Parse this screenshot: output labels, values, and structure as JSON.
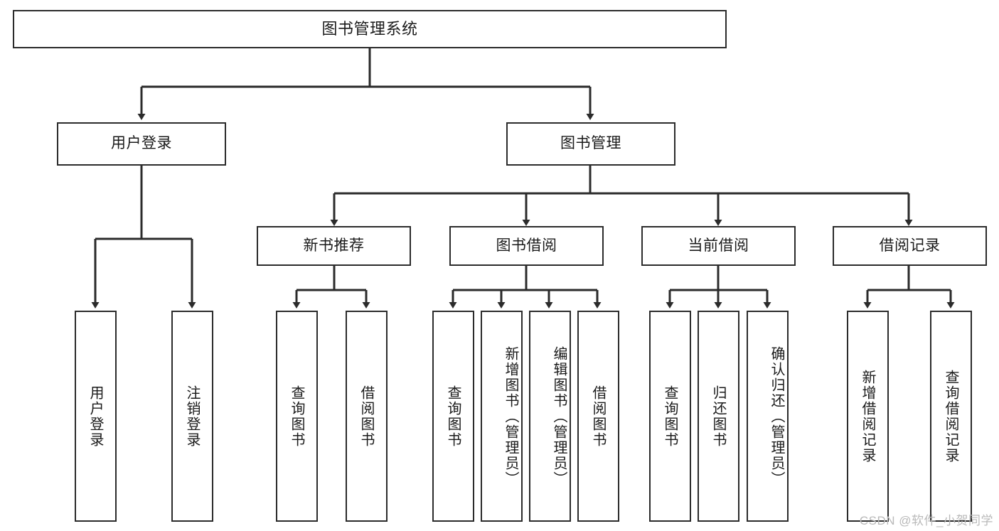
{
  "diagram": {
    "title": "图书管理系统",
    "type": "tree",
    "root": {
      "id": "root",
      "label": "图书管理系统"
    },
    "level1": [
      {
        "id": "user-login",
        "label": "用户登录"
      },
      {
        "id": "book-manage",
        "label": "图书管理"
      }
    ],
    "level2": [
      {
        "id": "new-book-recommend",
        "label": "新书推荐",
        "parent": "book-manage"
      },
      {
        "id": "book-borrow",
        "label": "图书借阅",
        "parent": "book-manage"
      },
      {
        "id": "current-borrow",
        "label": "当前借阅",
        "parent": "book-manage"
      },
      {
        "id": "borrow-record",
        "label": "借阅记录",
        "parent": "book-manage"
      }
    ],
    "leaves": {
      "user-login": [
        {
          "id": "leaf-user-login",
          "label": "用户登录"
        },
        {
          "id": "leaf-user-logout",
          "label": "注销登录"
        }
      ],
      "new-book-recommend": [
        {
          "id": "leaf-query-book-1",
          "label": "查询图书"
        },
        {
          "id": "leaf-borrow-book-1",
          "label": "借阅图书"
        }
      ],
      "book-borrow": [
        {
          "id": "leaf-query-book-2",
          "label": "查询图书"
        },
        {
          "id": "leaf-add-book",
          "label": "新增图书（管理员）"
        },
        {
          "id": "leaf-edit-book",
          "label": "编辑图书（管理员）"
        },
        {
          "id": "leaf-borrow-book-2",
          "label": "借阅图书"
        }
      ],
      "current-borrow": [
        {
          "id": "leaf-query-book-3",
          "label": "查询图书"
        },
        {
          "id": "leaf-return-book",
          "label": "归还图书"
        },
        {
          "id": "leaf-confirm-return",
          "label": "确认归还（管理员）"
        }
      ],
      "borrow-record": [
        {
          "id": "leaf-add-record",
          "label": "新增借阅记录"
        },
        {
          "id": "leaf-query-record",
          "label": "查询借阅记录"
        }
      ]
    },
    "watermark": "CSDN @软件_小贺同学",
    "colors": {
      "stroke": "#2b2b2b",
      "fill": "#ffffff",
      "text": "#1a1a1a",
      "watermark": "#b9b9b9"
    }
  }
}
